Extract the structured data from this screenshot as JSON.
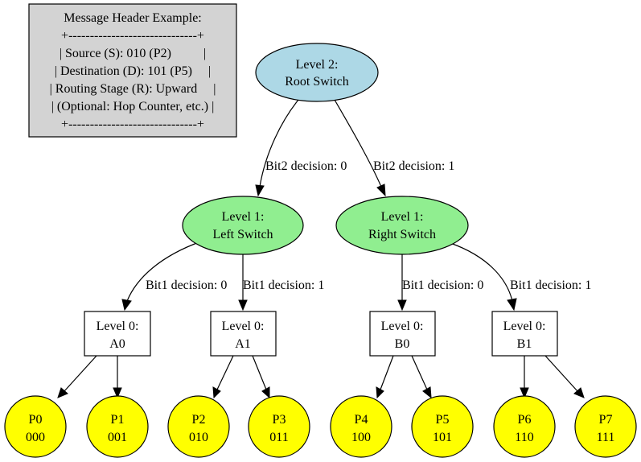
{
  "header": {
    "title": "Message Header Example:",
    "lines": [
      "+------------------------------+",
      "| Source (S): 010 (P2)          |",
      "| Destination (D): 101 (P5)     |",
      "| Routing Stage (R): Upward     |",
      "| (Optional: Hop Counter, etc.) |",
      "+------------------------------+"
    ]
  },
  "nodes": {
    "root": {
      "line1": "Level 2:",
      "line2": "Root Switch"
    },
    "left_switch": {
      "line1": "Level 1:",
      "line2": "Left Switch"
    },
    "right_switch": {
      "line1": "Level 1:",
      "line2": "Right Switch"
    },
    "a0": {
      "line1": "Level 0:",
      "line2": "A0"
    },
    "a1": {
      "line1": "Level 0:",
      "line2": "A1"
    },
    "b0": {
      "line1": "Level 0:",
      "line2": "B0"
    },
    "b1": {
      "line1": "Level 0:",
      "line2": "B1"
    },
    "processors": [
      {
        "name": "P0",
        "addr": "000"
      },
      {
        "name": "P1",
        "addr": "001"
      },
      {
        "name": "P2",
        "addr": "010"
      },
      {
        "name": "P3",
        "addr": "011"
      },
      {
        "name": "P4",
        "addr": "100"
      },
      {
        "name": "P5",
        "addr": "101"
      },
      {
        "name": "P6",
        "addr": "110"
      },
      {
        "name": "P7",
        "addr": "111"
      }
    ]
  },
  "edges": {
    "root_left": "Bit2 decision: 0",
    "root_right": "Bit2 decision: 1",
    "left_a0": "Bit1 decision: 0",
    "left_a1": "Bit1 decision: 1",
    "right_b0": "Bit1 decision: 0",
    "right_b1": "Bit1 decision: 1"
  },
  "colors": {
    "header_fill": "#d3d3d3",
    "root_fill": "#add8e6",
    "switch_fill": "#90ee90",
    "processor_fill": "#ffff00",
    "level0_fill": "#ffffff"
  }
}
